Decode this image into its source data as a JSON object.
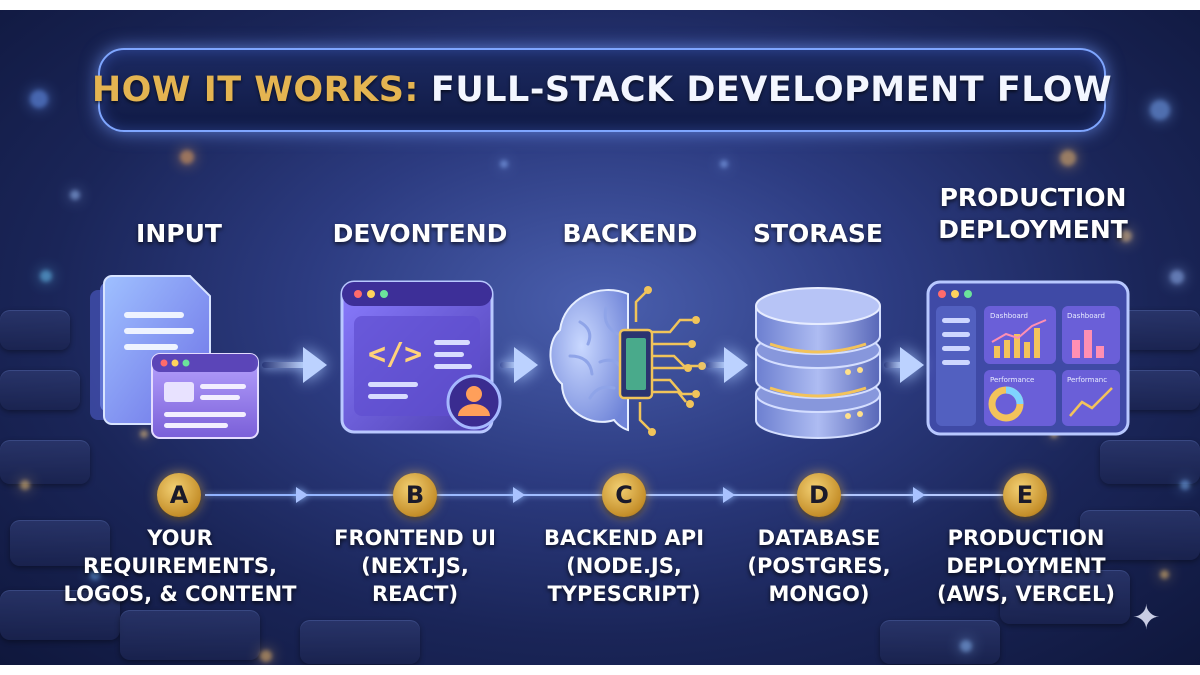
{
  "title": {
    "highlight": "HOW IT WORKS:",
    "rest": "FULL-STACK DEVELOPMENT FLOW"
  },
  "colors": {
    "accent_gold": "#e4b451",
    "background": "#2c3b80",
    "glow": "#7fa6ff"
  },
  "steps": [
    {
      "letter": "A",
      "heading": [
        "INPUT"
      ],
      "description": [
        "YOUR",
        "REQUIREMENTS,",
        "LOGOS, & CONTENT"
      ],
      "icon": "documents-icon"
    },
    {
      "letter": "B",
      "heading": [
        "DEVONTEND"
      ],
      "description": [
        "FRONTEND UI",
        "(NEXT.JS,",
        "REACT)"
      ],
      "icon": "code-window-icon"
    },
    {
      "letter": "C",
      "heading": [
        "BACKEND"
      ],
      "description": [
        "BACKEND API",
        "(NODE.JS,",
        "TYPESCRIPT)"
      ],
      "icon": "brain-chip-icon"
    },
    {
      "letter": "D",
      "heading": [
        "STORASE"
      ],
      "description": [
        "DATABASE",
        "(POSTGRES,",
        "MONGO)"
      ],
      "icon": "database-icon"
    },
    {
      "letter": "E",
      "heading": [
        "PRODUCTION",
        "DEPLOYMENT"
      ],
      "description": [
        "PRODUCTION",
        "DEPLOYMENT",
        "(AWS, VERCEL)"
      ],
      "icon": "dashboard-icon"
    }
  ],
  "dashboard": {
    "panel1": "Dashboard",
    "panel2": "Dashboard",
    "panel3": "Performance",
    "panel4": "Performanc"
  }
}
